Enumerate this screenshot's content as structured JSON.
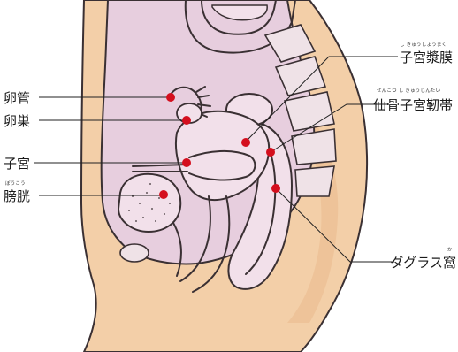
{
  "colors": {
    "skin": "#f3cfa8",
    "skin_shadow": "#e9b98c",
    "body_interior": "#e7cede",
    "organ_fill": "#f2e0ea",
    "sacrum_fill": "#efe2e7",
    "outline": "#3a3033",
    "marker_red": "#d40f1e",
    "background": "#ffffff"
  },
  "labels": {
    "ovary_tube": {
      "text": "卵管"
    },
    "ovary": {
      "text": "卵巣"
    },
    "uterus": {
      "text": "子宮"
    },
    "bladder": {
      "text": "膀胱",
      "reading": "ぼうこう"
    },
    "uterine_serosa": {
      "text": "子宮漿膜",
      "reading": "し きゅうしょうまく"
    },
    "uterosacral_ligament": {
      "text": "仙骨子宮靭帯",
      "reading": "せんこつ し きゅうじんたい"
    },
    "douglas_pouch": {
      "text": "ダグラス窩",
      "reading": "か"
    }
  },
  "markers": [
    "ovary-tube-marker",
    "ovary-marker",
    "uterus-marker",
    "bladder-marker",
    "serosa-marker",
    "ligament-marker",
    "douglas-marker"
  ]
}
